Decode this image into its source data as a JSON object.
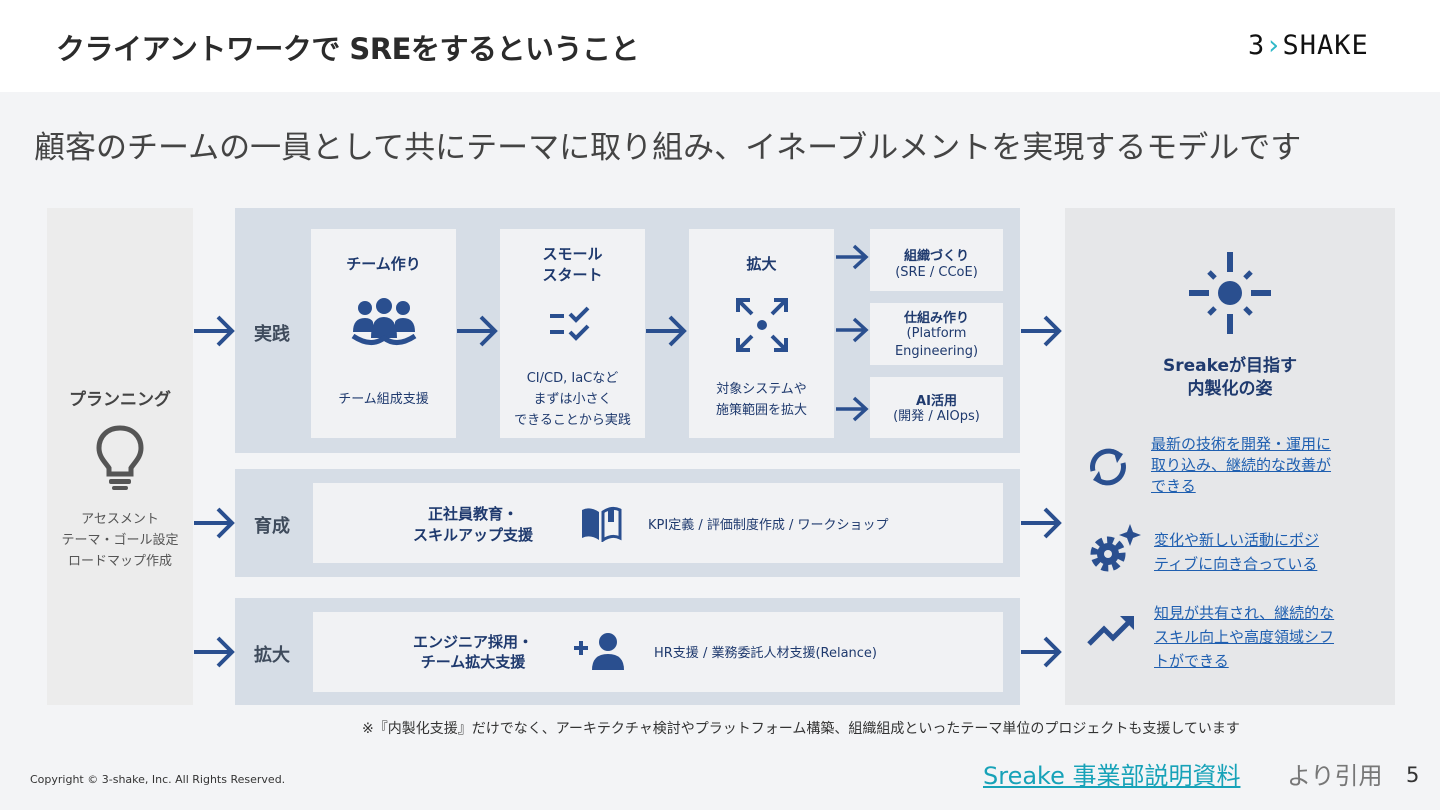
{
  "header": {
    "title": "クライアントワークで SREをするということ",
    "logo_text": "3",
    "logo_brand": "SHAKE"
  },
  "subtitle": "顧客のチームの一員として共にテーマに取り組み、イネーブルメントを実現するモデルです",
  "planning": {
    "title": "プランニング",
    "lines": [
      "アセスメント",
      "テーマ・ゴール設定",
      "ロードマップ作成"
    ]
  },
  "practice": {
    "label": "実践",
    "cards": [
      {
        "title": "チーム作り",
        "text": "チーム組成支援"
      },
      {
        "title_l1": "スモール",
        "title_l2": "スタート",
        "text_l1": "CI/CD, IaCなど",
        "text_l2": "まずは小さく",
        "text_l3": "できることから実践"
      },
      {
        "title": "拡大",
        "text_l1": "対象システムや",
        "text_l2": "施策範囲を拡大"
      }
    ],
    "outcomes": [
      {
        "title": "組織づくり",
        "text": "(SRE / CCoE)"
      },
      {
        "title": "仕組み作り",
        "text_l1": "(Platform",
        "text_l2": "Engineering)"
      },
      {
        "title": "AI活用",
        "text": "(開発 / AIOps)"
      }
    ]
  },
  "training": {
    "label": "育成",
    "title_l1": "正社員教育・",
    "title_l2": "スキルアップ支援",
    "text": "KPI定義 / 評価制度作成 / ワークショップ"
  },
  "expansion": {
    "label": "拡大",
    "title_l1": "エンジニア採用・",
    "title_l2": "チーム拡大支援",
    "text": "HR支援 / 業務委託人材支援(Relance)"
  },
  "goal": {
    "title_l1": "Sreakeが目指す",
    "title_l2": "内製化の姿",
    "items": [
      {
        "l1": "最新の技術を開発・運用に",
        "l2": "取り込み、継続的な改善が",
        "l3": "できる"
      },
      {
        "l1": "変化や新しい活動にポジ",
        "l2": "ティブに向き合っている"
      },
      {
        "l1": "知見が共有され、継続的な",
        "l2": "スキル向上や高度領域シフ",
        "l3": "トができる"
      }
    ]
  },
  "footnote": "※『内製化支援』だけでなく、アーキテクチャ検討やプラットフォーム構築、組織組成といったテーマ単位のプロジェクトも支援しています",
  "copyright": "Copyright © 3-shake, Inc. All Rights Reserved.",
  "source": {
    "link_text": "Sreake 事業部説明資料",
    "suffix": "より引用"
  },
  "page_number": "5",
  "colors": {
    "navy": "#1f3a6e",
    "arrow": "#2a4f8f",
    "band": "#d6dde6",
    "link": "#17a2b8"
  }
}
